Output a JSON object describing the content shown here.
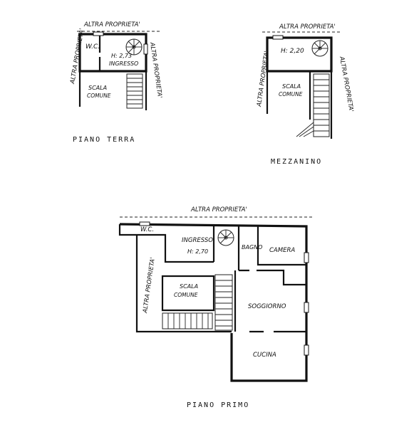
{
  "plans": {
    "ground": {
      "title": "PIANO TERRA",
      "top_label": "ALTRA PROPRIETA'",
      "left_label": "ALTRA PROPRIETA'",
      "right_label": "ALTRA PROPRIETA'",
      "wc": "W.C.",
      "height": "H: 2,73",
      "entrance": "INGRESSO",
      "stair_line1": "SCALA",
      "stair_line2": "COMUNE"
    },
    "mezzanine": {
      "title": "MEZZANINO",
      "top_label": "ALTRA PROPRIETA'",
      "left_label": "ALTRA PROPRIETA'",
      "right_label": "ALTRA PROPRIETA'",
      "height": "H: 2,20",
      "stair_line1": "SCALA",
      "stair_line2": "COMUNE"
    },
    "first": {
      "title": "PIANO PRIMO",
      "top_label": "ALTRA PROPRIETA'",
      "left_label": "ALTRA PROPRIETA'",
      "wc": "W.C.",
      "entrance": "INGRESSO",
      "height": "H: 2,70",
      "bath": "BAGNO",
      "bedroom": "CAMERA",
      "stair_line1": "SCALA",
      "stair_line2": "COMUNE",
      "living": "SOGGIORNO",
      "kitchen": "CUCINA"
    }
  }
}
